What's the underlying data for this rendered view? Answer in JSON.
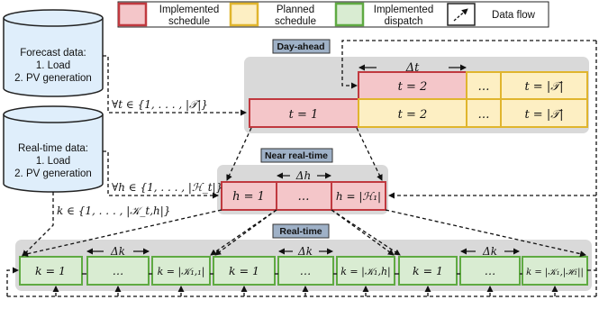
{
  "legend": {
    "implemented_schedule": "Implemented schedule",
    "planned_schedule": "Planned schedule",
    "implemented_dispatch": "Implemented dispatch",
    "data_flow": "Data flow"
  },
  "colors": {
    "implemented_fill": "#f4c6c9",
    "implemented_stroke": "#c0393f",
    "planned_fill": "#fdefc3",
    "planned_stroke": "#e0b52d",
    "dispatch_fill": "#d9ecd2",
    "dispatch_stroke": "#5faa42",
    "stage_bg": "#d9d9d9",
    "stage_label_bg": "#9fb1c7",
    "db_fill": "#dfeefb",
    "db_stroke": "#222222"
  },
  "databases": {
    "forecast": {
      "title": "Forecast data:",
      "item1": "1. Load",
      "item2": "2. PV generation"
    },
    "realtime": {
      "title": "Real-time data:",
      "item1": "1. Load",
      "item2": "2. PV generation"
    }
  },
  "flow_labels": {
    "forecast_to_dayahead": "∀t ∈ {1, . . . , |𝒯|}",
    "realtime_to_nearrealtime": "∀h ∈ {1, . . . , |ℋ_t|}",
    "realtime_to_realtime": "k ∈ {1, . . . , |𝒦_t,h|}"
  },
  "day_ahead": {
    "label": "Day-ahead",
    "delta": "Δt",
    "row_top": [
      "t = 2",
      "…",
      "t = |𝒯|"
    ],
    "row_bottom": [
      "t = 1",
      "t = 2",
      "…",
      "t = |𝒯|"
    ]
  },
  "near_real_time": {
    "label": "Near real-time",
    "delta": "Δh",
    "cells": [
      "h = 1",
      "…",
      "h = |ℋ₁|"
    ]
  },
  "real_time": {
    "label": "Real-time",
    "groups": [
      {
        "delta": "Δk",
        "cells": [
          "k = 1",
          "…",
          "k = |𝒦₁,₁|"
        ]
      },
      {
        "delta": "Δk",
        "cells": [
          "k = 1",
          "…",
          "k = |𝒦₁,h|"
        ]
      },
      {
        "delta": "Δk",
        "cells": [
          "k = 1",
          "…",
          "k = |𝒦₁,|ℋ₁||"
        ]
      }
    ]
  }
}
